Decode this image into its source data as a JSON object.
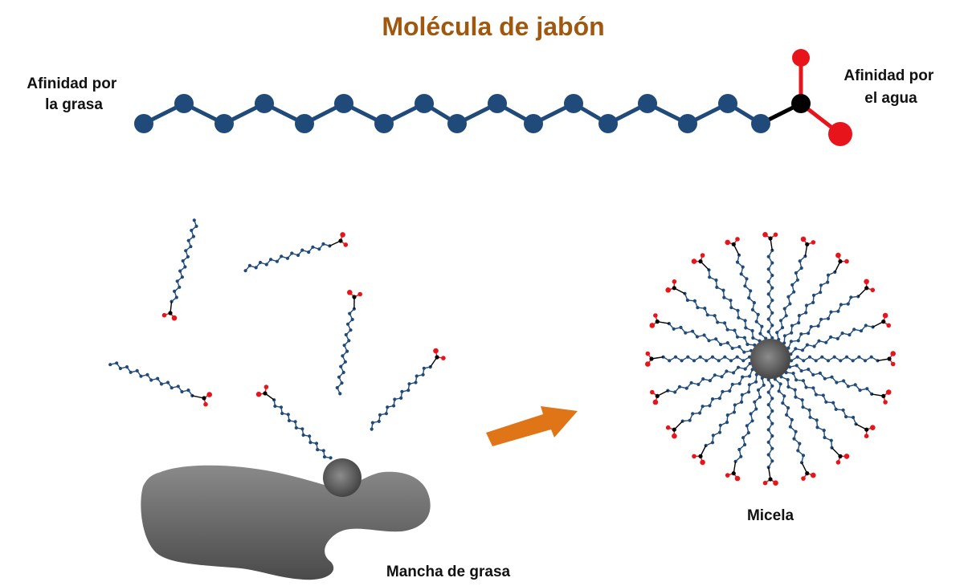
{
  "title": "Molécula de jabón",
  "labels": {
    "grease_affinity": [
      "Afinidad por",
      "la grasa"
    ],
    "water_affinity": [
      "Afinidad por",
      "el agua"
    ],
    "grease_stain": "Mancha de grasa",
    "micelle": "Micela"
  },
  "colors": {
    "title": "#A0580F",
    "chain": "#1F4A7A",
    "head_carbon": "#000000",
    "head_oxygen": "#E8141C",
    "arrow": "#E07518",
    "grease": "#6E6E6E"
  },
  "free_molecules": 6,
  "micelle_molecules": 20
}
